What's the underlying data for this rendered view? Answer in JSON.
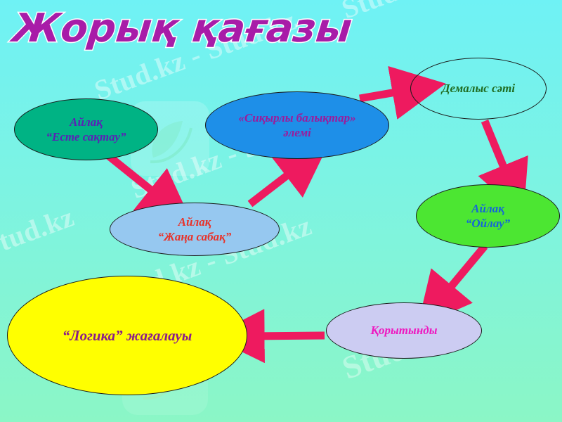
{
  "slide": {
    "title": "Жорық қағазы",
    "background_top_color": "#6ff2f5",
    "background_bottom_color": "#8bf6c6",
    "title_color": "#a81ca8",
    "arrow_color": "#ee1a5f"
  },
  "nodes": [
    {
      "id": "memory",
      "label": "Айлақ\n“Есте сақтау”",
      "fill": "#00b384",
      "text_color": "#5b21b6"
    },
    {
      "id": "lesson",
      "label": "Айлақ\n“Жаңа сабақ”",
      "fill": "#96c8f0",
      "text_color": "#e8332a"
    },
    {
      "id": "fish",
      "label": "«Сиқырлы балықтар»\nәлемі",
      "fill": "#1e8fe8",
      "text_color": "#9b1c9b"
    },
    {
      "id": "rest",
      "label": "Демалыс сәті",
      "fill": "transparent",
      "text_color": "#1f6b20"
    },
    {
      "id": "think",
      "label": "Айлақ\n“Ойлау”",
      "fill": "#4ce632",
      "text_color": "#1565d8"
    },
    {
      "id": "summary",
      "label": "Қорытынды",
      "fill": "#ccccf2",
      "text_color": "#ee19c0"
    },
    {
      "id": "logic",
      "label": "“Логика”  жағалауы",
      "fill": "#ffff00",
      "text_color": "#8a1d8a"
    }
  ],
  "arrows": [
    {
      "id": "memory-to-lesson",
      "from": "memory",
      "to": "lesson"
    },
    {
      "id": "lesson-to-fish",
      "from": "lesson",
      "to": "fish"
    },
    {
      "id": "fish-to-rest",
      "from": "fish",
      "to": "rest"
    },
    {
      "id": "rest-to-think",
      "from": "rest",
      "to": "think"
    },
    {
      "id": "think-to-summary",
      "from": "think",
      "to": "summary"
    },
    {
      "id": "summary-to-logic",
      "from": "summary",
      "to": "logic"
    }
  ],
  "watermarks": {
    "primary": "Stud.kz",
    "secondary": "Stud.kz - Stud.kz"
  }
}
